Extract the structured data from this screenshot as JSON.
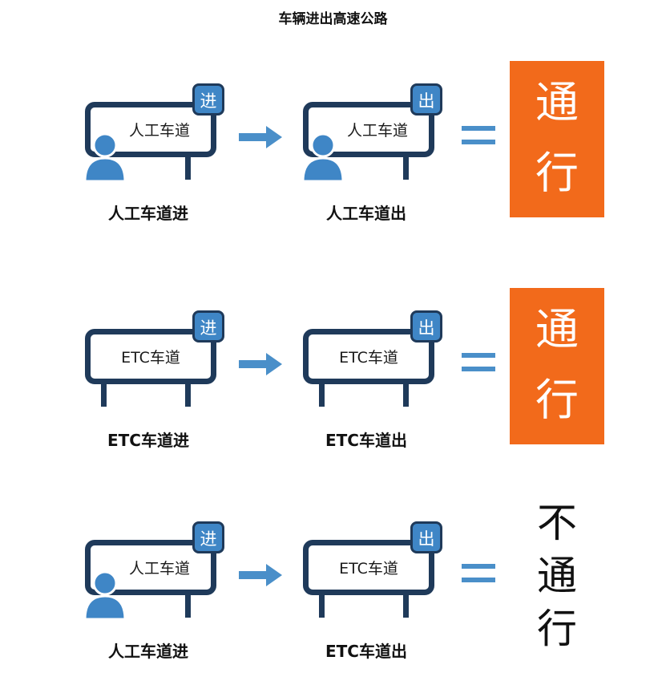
{
  "title": "车辆进出高速公路",
  "rows": [
    {
      "entry": {
        "board_label": "人工车道",
        "badge": "进",
        "caption": "人工车道进"
      },
      "exit": {
        "board_label": "人工车道",
        "badge": "出",
        "caption": "人工车道出"
      },
      "result": [
        "通",
        "行"
      ]
    },
    {
      "entry": {
        "board_label": "ETC车道",
        "badge": "进",
        "caption": "ETC车道进"
      },
      "exit": {
        "board_label": "ETC车道",
        "badge": "出",
        "caption": "ETC车道出"
      },
      "result": [
        "通",
        "行"
      ]
    },
    {
      "entry": {
        "board_label": "人工车道",
        "badge": "进",
        "caption": "人工车道进"
      },
      "exit": {
        "board_label": "ETC车道",
        "badge": "出",
        "caption": "ETC车道出"
      },
      "result": [
        "不",
        "通",
        "行"
      ]
    }
  ],
  "colors": {
    "booth_frame": "#1f3a5a",
    "badge_fill": "#3f86c6",
    "person": "#3f86c6",
    "arrow": "#4a8fc9",
    "equals": "#4a8fc9",
    "pass_background": "#f26a1b",
    "pass_text": "#ffffff",
    "fail_text": "#111111"
  },
  "icons": {
    "arrow": "right-arrow-icon",
    "equals": "equals-icon",
    "person": "person-icon"
  }
}
